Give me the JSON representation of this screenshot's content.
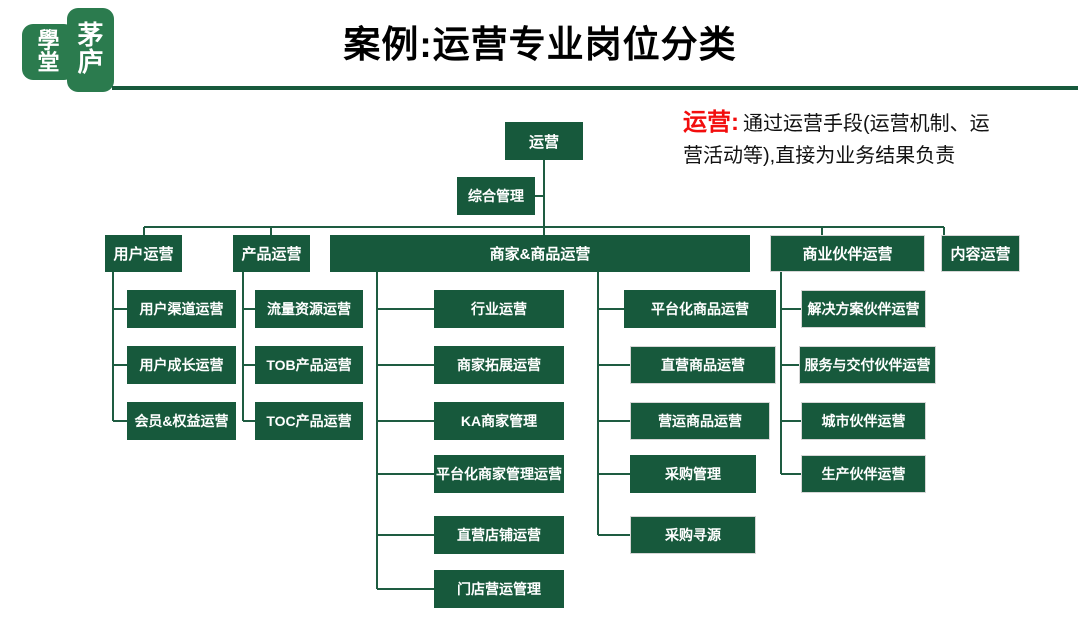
{
  "colors": {
    "box_green": "#17593c",
    "line_green": "#1e5c41",
    "logo_green": "#2b7b4e",
    "accent_red": "#f20d0d"
  },
  "logo": {
    "stamp_left_top": "學",
    "stamp_left_bottom": "堂",
    "stamp_right_top": "茅",
    "stamp_right_bottom": "庐"
  },
  "header": {
    "title": "案例:运营专业岗位分类"
  },
  "note": {
    "term": "运营:",
    "text": "通过运营手段(运营机制、运营活动等),直接为业务结果负责"
  },
  "org": {
    "root": "运营",
    "staff": "综合管理",
    "branches": [
      {
        "label": "用户运营",
        "children": [
          "用户渠道运营",
          "用户成长运营",
          "会员&权益运营"
        ]
      },
      {
        "label": "产品运营",
        "children": [
          "流量资源运营",
          "TOB产品运营",
          "TOC产品运营"
        ]
      },
      {
        "label": "商家&商品运营",
        "children_left": [
          "行业运营",
          "商家拓展运营",
          "KA商家管理",
          "平台化商家管理运营",
          "直营店铺运营",
          "门店营运管理"
        ],
        "children_right": [
          "平台化商品运营",
          "直营商品运营",
          "营运商品运营",
          "采购管理",
          "采购寻源"
        ]
      },
      {
        "label": "商业伙伴运营",
        "children": [
          "解决方案伙伴运营",
          "服务与交付伙伴运营",
          "城市伙伴运营",
          "生产伙伴运营"
        ]
      },
      {
        "label": "内容运营",
        "children": []
      }
    ]
  }
}
